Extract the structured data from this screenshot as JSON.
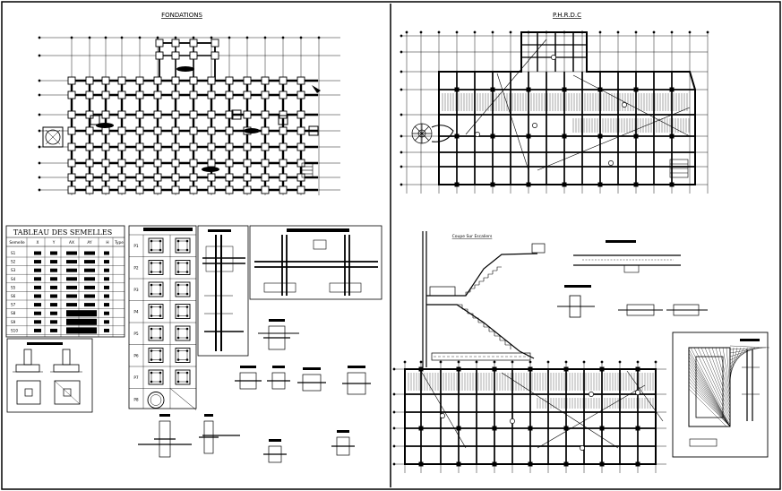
{
  "titles": {
    "foundations": "FONDATIONS",
    "rdc": "P.H.R.D.C",
    "stair_section": "Coupe Sur Escaliers"
  },
  "footings_table": {
    "title": "TABLEAU DES SEMELLES",
    "headers": [
      "Semelle",
      "X",
      "Y",
      "AX",
      "AY",
      "H",
      "Type"
    ],
    "rows": [
      "S1",
      "S2",
      "S3",
      "S4",
      "S5",
      "S6",
      "S7",
      "S8",
      "S9",
      "S10"
    ]
  },
  "column_table": {
    "rows": [
      "P1",
      "P2",
      "P3",
      "P4",
      "P5",
      "P6",
      "P7",
      "P8"
    ]
  },
  "colors": {
    "ink": "#000000",
    "paper": "#ffffff"
  }
}
